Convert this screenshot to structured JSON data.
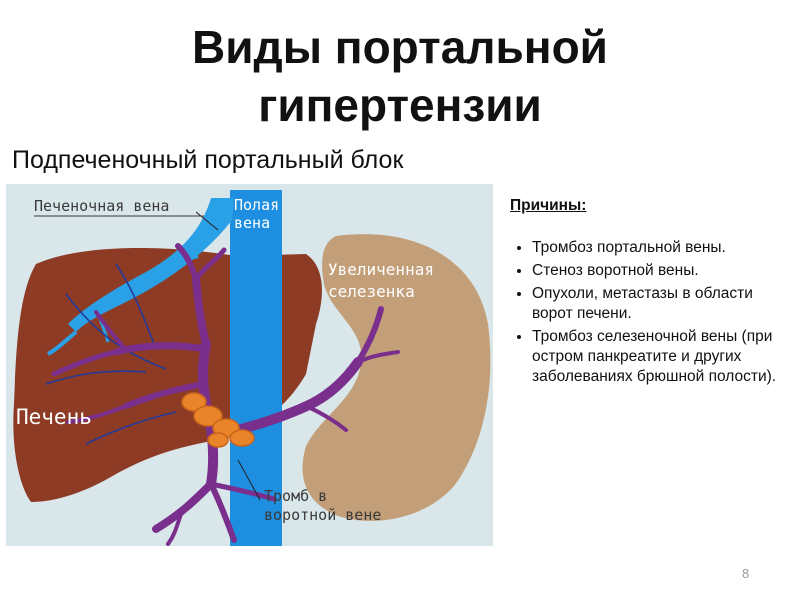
{
  "slide": {
    "title_line1": "Виды портальной",
    "title_line2": "гипертензии",
    "subtitle": "Подпеченочный портальный блок",
    "page_number": "8"
  },
  "diagram": {
    "labels": {
      "hepatic_vein": "Печеночная вена",
      "vena_cava_line1": "Полая",
      "vena_cava_line2": "вена",
      "spleen_line1": "Увеличенная",
      "spleen_line2": "селезенка",
      "liver": "Печень",
      "thrombus_line1": "Тромб в",
      "thrombus_line2": "воротной вене"
    },
    "colors": {
      "background": "#d9e6ea",
      "liver": "#8e3b25",
      "spleen": "#c39f79",
      "vena_cava": "#1e8fe0",
      "hepatic_vein": "#2aa1e6",
      "portal_vein": "#7a2f8d",
      "thrombus": "#e9842a"
    }
  },
  "causes": {
    "heading": "Причины:",
    "items": [
      "Тромбоз портальной вены.",
      "Стеноз воротной вены.",
      "Опухоли, метастазы в области ворот печени.",
      "Тромбоз селезеночной вены (при остром панкреатите и других заболеваниях брюшной полости)."
    ]
  }
}
